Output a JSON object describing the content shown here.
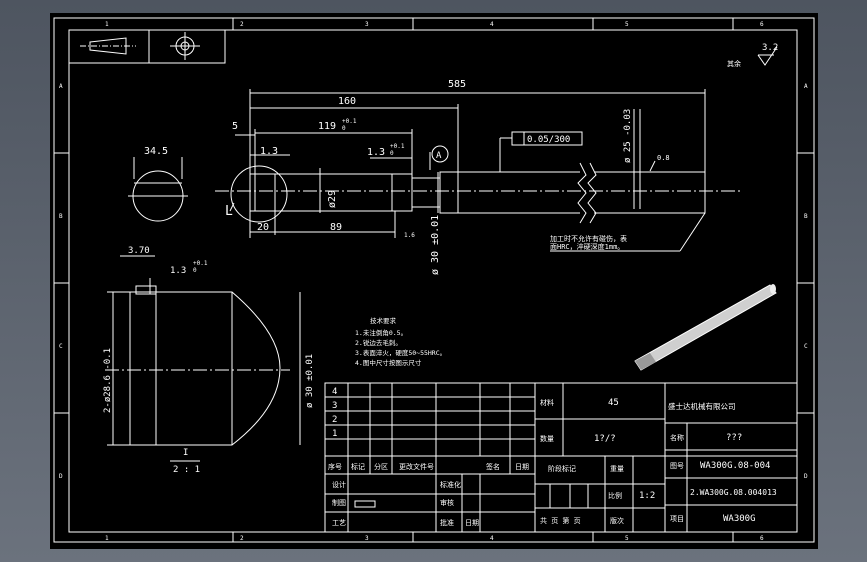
{
  "colors": {
    "background": "#000000",
    "line": "#ffffff",
    "viewport": "#5d6470"
  },
  "border": {
    "top_cols": [
      "1",
      "2",
      "3",
      "4",
      "5",
      "6"
    ],
    "side_rows": [
      "A",
      "B",
      "C",
      "D"
    ],
    "bottom_cols": [
      "1",
      "2",
      "3",
      "4",
      "5",
      "6"
    ]
  },
  "roughness": {
    "label": "其余",
    "value": "3.2"
  },
  "dims": {
    "d585": "585",
    "d160": "160",
    "d119": "119",
    "d119tol": "+0.1\n0",
    "d5": "5",
    "d13a": "1.3",
    "d13b": "1.3",
    "d13btol": "+0.1\n0",
    "d345": "34.5",
    "d20": "20",
    "d89": "89",
    "phi29": "ø29",
    "phi30": "ø 30 ±0.01",
    "phi25": "ø 25 -0.03",
    "tol": "0.05/300",
    "datum": "A",
    "ra08": "0.8",
    "ra16": "1.6",
    "L": "L",
    "d370": "3.70",
    "d13c": "1.3",
    "d13ctol": "+0.1\n0",
    "phi286": "2-ø28.6 -0.1",
    "phi30b": "ø 30 ±0.01",
    "scale_lbl": "2 : 1",
    "detail_lbl": "I"
  },
  "notes": {
    "finish": "加工时不允许有碰伤，表\n面HRC，淬硬深度1mm。",
    "lines": [
      "技术要求",
      "1.未注倒角0.5。",
      "2.锐边去毛刺。",
      "3.表面淬火，硬度50~55HRC。",
      "4.图中尺寸按图示尺寸"
    ]
  },
  "title_block": {
    "rows": [
      "4",
      "3",
      "2",
      "1"
    ],
    "header": [
      "序号",
      "标记",
      "分区",
      "更改文件号",
      "签名",
      "日期"
    ],
    "lower_labels": [
      "设计",
      "标准化",
      "审核",
      "批准",
      "制图",
      "工艺",
      "日期"
    ],
    "material_lbl": "材料",
    "material": "45",
    "qty_lbl": "数量",
    "qty": "1?/?",
    "company": "盛士达机械有限公司",
    "stage_lbl": "阶段标记",
    "weight_lbl": "重量",
    "scale_lbl": "比例",
    "scale": "1:2",
    "sheet_lbl": "共 页 第 页",
    "version_lbl": "版次",
    "name_lbl": "名称",
    "name": "???",
    "code_lbl": "图号",
    "code": "WA300G.08-004",
    "ref": "2.WA300G.08.004013",
    "proj_lbl": "项目",
    "proj": "WA300G"
  }
}
